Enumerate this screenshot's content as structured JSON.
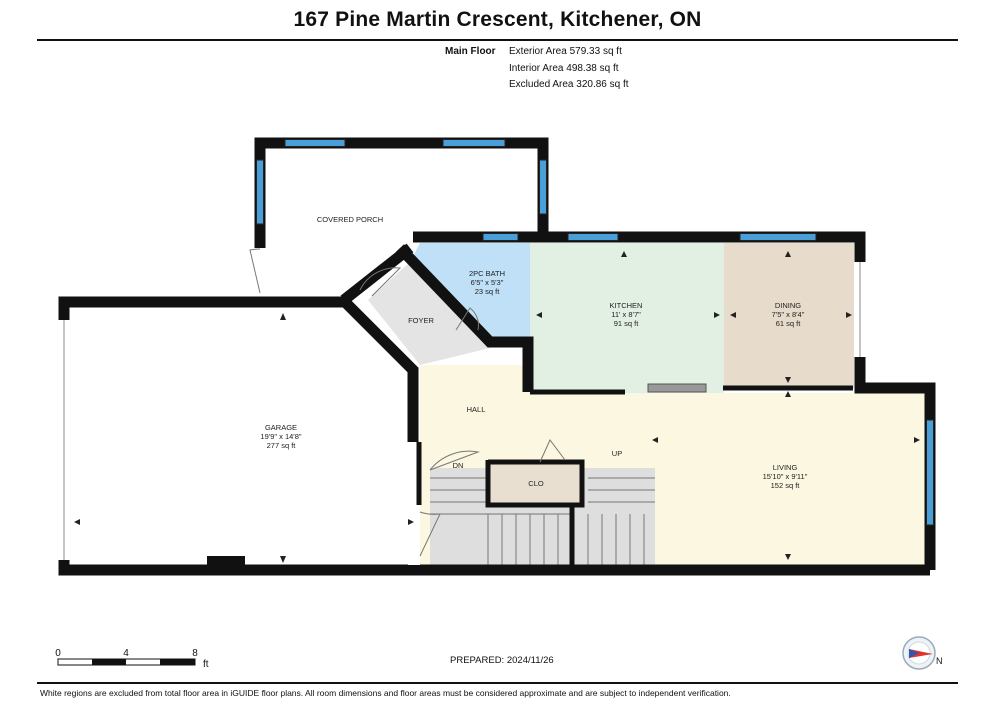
{
  "title": "167 Pine Martin Crescent, Kitchener, ON",
  "floor": {
    "name": "Main Floor",
    "exterior_area": "Exterior Area 579.33 sq ft",
    "interior_area": "Interior Area 498.38 sq ft",
    "excluded_area": "Excluded Area 320.86 sq ft"
  },
  "rooms": {
    "porch": {
      "name": "COVERED PORCH"
    },
    "bath": {
      "name": "2PC BATH",
      "dims": "6'5\" x 5'3\"",
      "area": "23 sq ft"
    },
    "kitchen": {
      "name": "KITCHEN",
      "dims": "11' x 8'7\"",
      "area": "91 sq ft"
    },
    "dining": {
      "name": "DINING",
      "dims": "7'5\" x 8'4\"",
      "area": "61 sq ft"
    },
    "foyer": {
      "name": "FOYER"
    },
    "hall": {
      "name": "HALL"
    },
    "garage": {
      "name": "GARAGE",
      "dims": "19'9\" x 14'8\"",
      "area": "277 sq ft"
    },
    "living": {
      "name": "LIVING",
      "dims": "15'10\" x 9'11\"",
      "area": "152 sq ft"
    },
    "closet": {
      "name": "CLO"
    },
    "stairs_up": "UP",
    "stairs_down": "DN"
  },
  "scale": {
    "t0": "0",
    "t1": "4",
    "t2": "8",
    "unit": "ft"
  },
  "compass": {
    "north": "N"
  },
  "prepared": "PREPARED:  2024/11/26",
  "footnote": "White regions are excluded from total floor area in iGUIDE floor plans. All room dimensions and floor areas must be considered approximate and are subject to independent verification.",
  "colors": {
    "wall": "#111111",
    "window": "#4a9fd8",
    "kitchen": "#e2f0e4",
    "dining": "#e7dccb",
    "bath": "#bfe0f7",
    "hall": "#fbf7e0",
    "stairs": "#dedede",
    "closet": "#e8dfd0"
  }
}
